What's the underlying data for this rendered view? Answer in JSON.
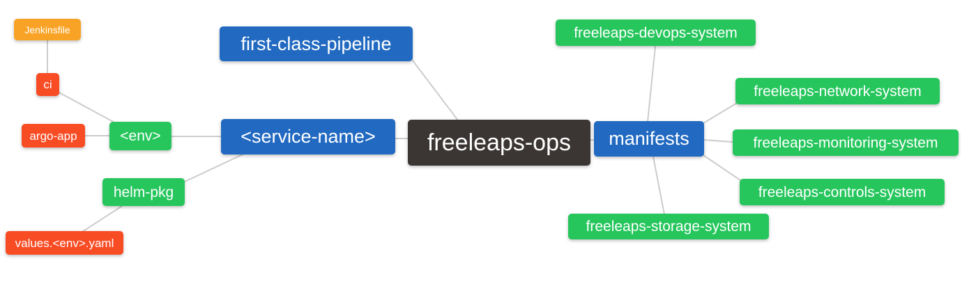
{
  "diagram": {
    "type": "mindmap",
    "palette": {
      "branch_blue": "#2169c1",
      "leaf_green": "#26c65d",
      "leaf_red_orange": "#f84c25",
      "leaf_amber": "#f9a326",
      "root_dark": "#3b3634",
      "edge_gray": "#cccccc",
      "text": "#ffffff",
      "background": "#ffffff"
    },
    "nodes": {
      "root": {
        "label": "freeleaps-ops",
        "color": "#3b3634"
      },
      "first_class_pipeline": {
        "label": "first-class-pipeline",
        "color": "#2169c1"
      },
      "service_name": {
        "label": "<service-name>",
        "color": "#2169c1"
      },
      "manifests": {
        "label": "manifests",
        "color": "#2169c1"
      },
      "env": {
        "label": "<env>",
        "color": "#26c65d"
      },
      "helm_pkg": {
        "label": "helm-pkg",
        "color": "#26c65d"
      },
      "ci": {
        "label": "ci",
        "color": "#f84c25"
      },
      "argo_app": {
        "label": "argo-app",
        "color": "#f84c25"
      },
      "values_env_yaml": {
        "label": "values.<env>.yaml",
        "color": "#f84c25"
      },
      "jenkinsfile": {
        "label": "Jenkinsfile",
        "color": "#f9a326"
      },
      "devops_system": {
        "label": "freeleaps-devops-system",
        "color": "#26c65d"
      },
      "network_system": {
        "label": "freeleaps-network-system",
        "color": "#26c65d"
      },
      "monitoring_system": {
        "label": "freeleaps-monitoring-system",
        "color": "#26c65d"
      },
      "controls_system": {
        "label": "freeleaps-controls-system",
        "color": "#26c65d"
      },
      "storage_system": {
        "label": "freeleaps-storage-system",
        "color": "#26c65d"
      }
    },
    "edges": [
      {
        "from": "jenkinsfile",
        "to": "ci"
      },
      {
        "from": "ci",
        "to": "env"
      },
      {
        "from": "argo_app",
        "to": "env"
      },
      {
        "from": "env",
        "to": "service_name"
      },
      {
        "from": "helm_pkg",
        "to": "service_name"
      },
      {
        "from": "values_env_yaml",
        "to": "helm_pkg"
      },
      {
        "from": "first_class_pipeline",
        "to": "root"
      },
      {
        "from": "service_name",
        "to": "root"
      },
      {
        "from": "root",
        "to": "manifests"
      },
      {
        "from": "manifests",
        "to": "devops_system"
      },
      {
        "from": "manifests",
        "to": "network_system"
      },
      {
        "from": "manifests",
        "to": "monitoring_system"
      },
      {
        "from": "manifests",
        "to": "controls_system"
      },
      {
        "from": "manifests",
        "to": "storage_system"
      }
    ]
  }
}
